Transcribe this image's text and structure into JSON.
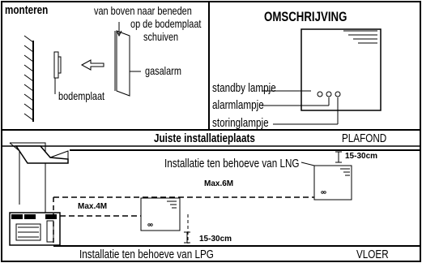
{
  "mount": {
    "title": "monteren",
    "from_top": "van boven naar beneden",
    "onto_plate": "op de bodemplaat",
    "slide": "schuiven",
    "gas_alarm": "gasalarm",
    "base_plate": "bodemplaat"
  },
  "description": {
    "title": "OMSCHRIJVING",
    "standby": "standby lampje",
    "alarm": "alarmlampje",
    "fault": "storinglampje"
  },
  "installation": {
    "title": "Juiste installatieplaats",
    "ceiling": "PLAFOND",
    "floor": "VLOER",
    "lng": "Installatie ten behoeve van LNG",
    "lpg": "Installatie ten behoeve van LPG",
    "lng_dist": "15-30cm",
    "lpg_dist": "15-30cm",
    "max6": "Max.6M",
    "max4": "Max.4M"
  }
}
